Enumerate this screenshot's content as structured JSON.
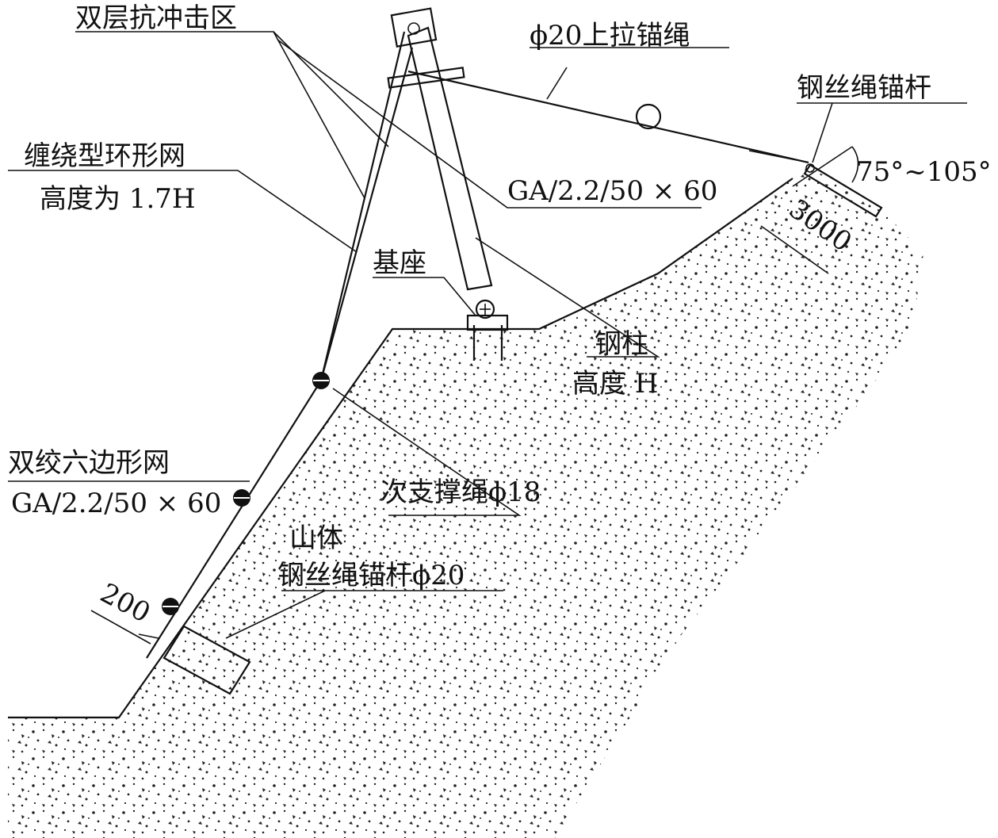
{
  "labels": {
    "double_impact_zone": "双层抗冲击区",
    "upper_anchor_rope": "ϕ20上拉锚绳",
    "wire_rope_anchor_top": "钢丝绳锚杆",
    "ring_net_line1": "缠绕型环形网",
    "ring_net_line2": "高度为 1.7H",
    "ga_spec_top": "GA/2.2/50 × 60",
    "angle_range": "75°~105°",
    "anchor_length": "3000",
    "base": "基座",
    "steel_column_line1": "钢柱",
    "steel_column_line2": "高度 H",
    "hex_net_line1": "双绞六边形网",
    "hex_net_line2": "GA/2.2/50 × 60",
    "secondary_support_rope": "次支撑绳ϕ18",
    "mountain": "山体",
    "wire_rope_anchor_bottom": "钢丝绳锚杆ϕ20",
    "offset_dim": "200"
  },
  "colors": {
    "line": "#111111",
    "background": "#ffffff"
  }
}
